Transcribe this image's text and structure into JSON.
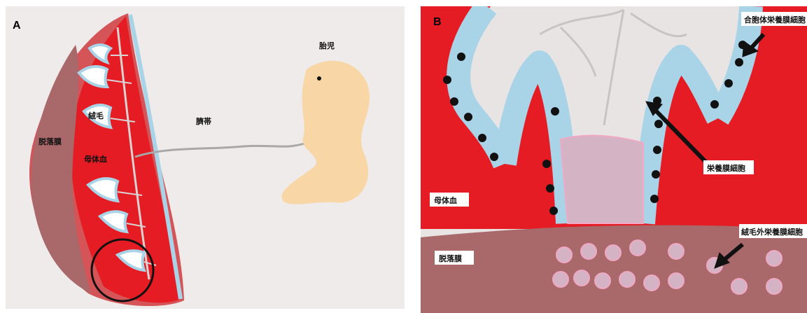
{
  "panel_a": {
    "letter": "A",
    "labels": {
      "fetus": "胎児",
      "umbilical_cord": "臍帯",
      "decidua": "脱落膜",
      "villus": "絨毛",
      "maternal_blood": "母体血"
    }
  },
  "panel_b": {
    "letter": "B",
    "labels": {
      "syncytiotrophoblast": "合胞体栄養膜細胞",
      "cytotrophoblast": "栄養膜細胞",
      "maternal_blood": "母体血",
      "extravillous_trophoblast": "絨毛外栄養膜細胞",
      "decidua": "脱落膜"
    }
  },
  "colors": {
    "maternal_blood": "#e51c23",
    "decidua": "#a9686a",
    "villus_membrane": "#a9d4e8",
    "trophoblast_cell": "#d4b4c4",
    "cell_outline": "#f0a8c4",
    "fetus": "#f8d6a6"
  }
}
